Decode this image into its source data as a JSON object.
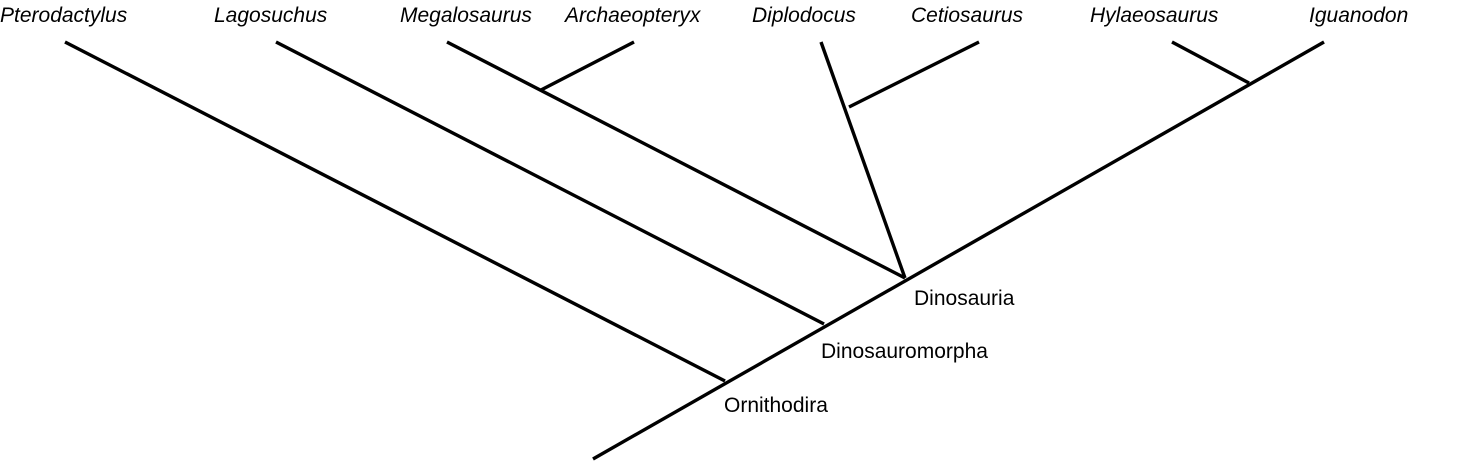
{
  "taxa": [
    "Pterodactylus",
    "Lagosuchus",
    "Megalosaurus",
    "Archaeopteryx",
    "Diplodocus",
    "Cetiosaurus",
    "Hylaeosaurus",
    "Iguanodon"
  ],
  "clades": [
    "Dinosauria",
    "Dinosauromorpha",
    "Ornithodira"
  ],
  "colors": {
    "line": "#000000",
    "text": "#000000",
    "background": "#ffffff"
  }
}
